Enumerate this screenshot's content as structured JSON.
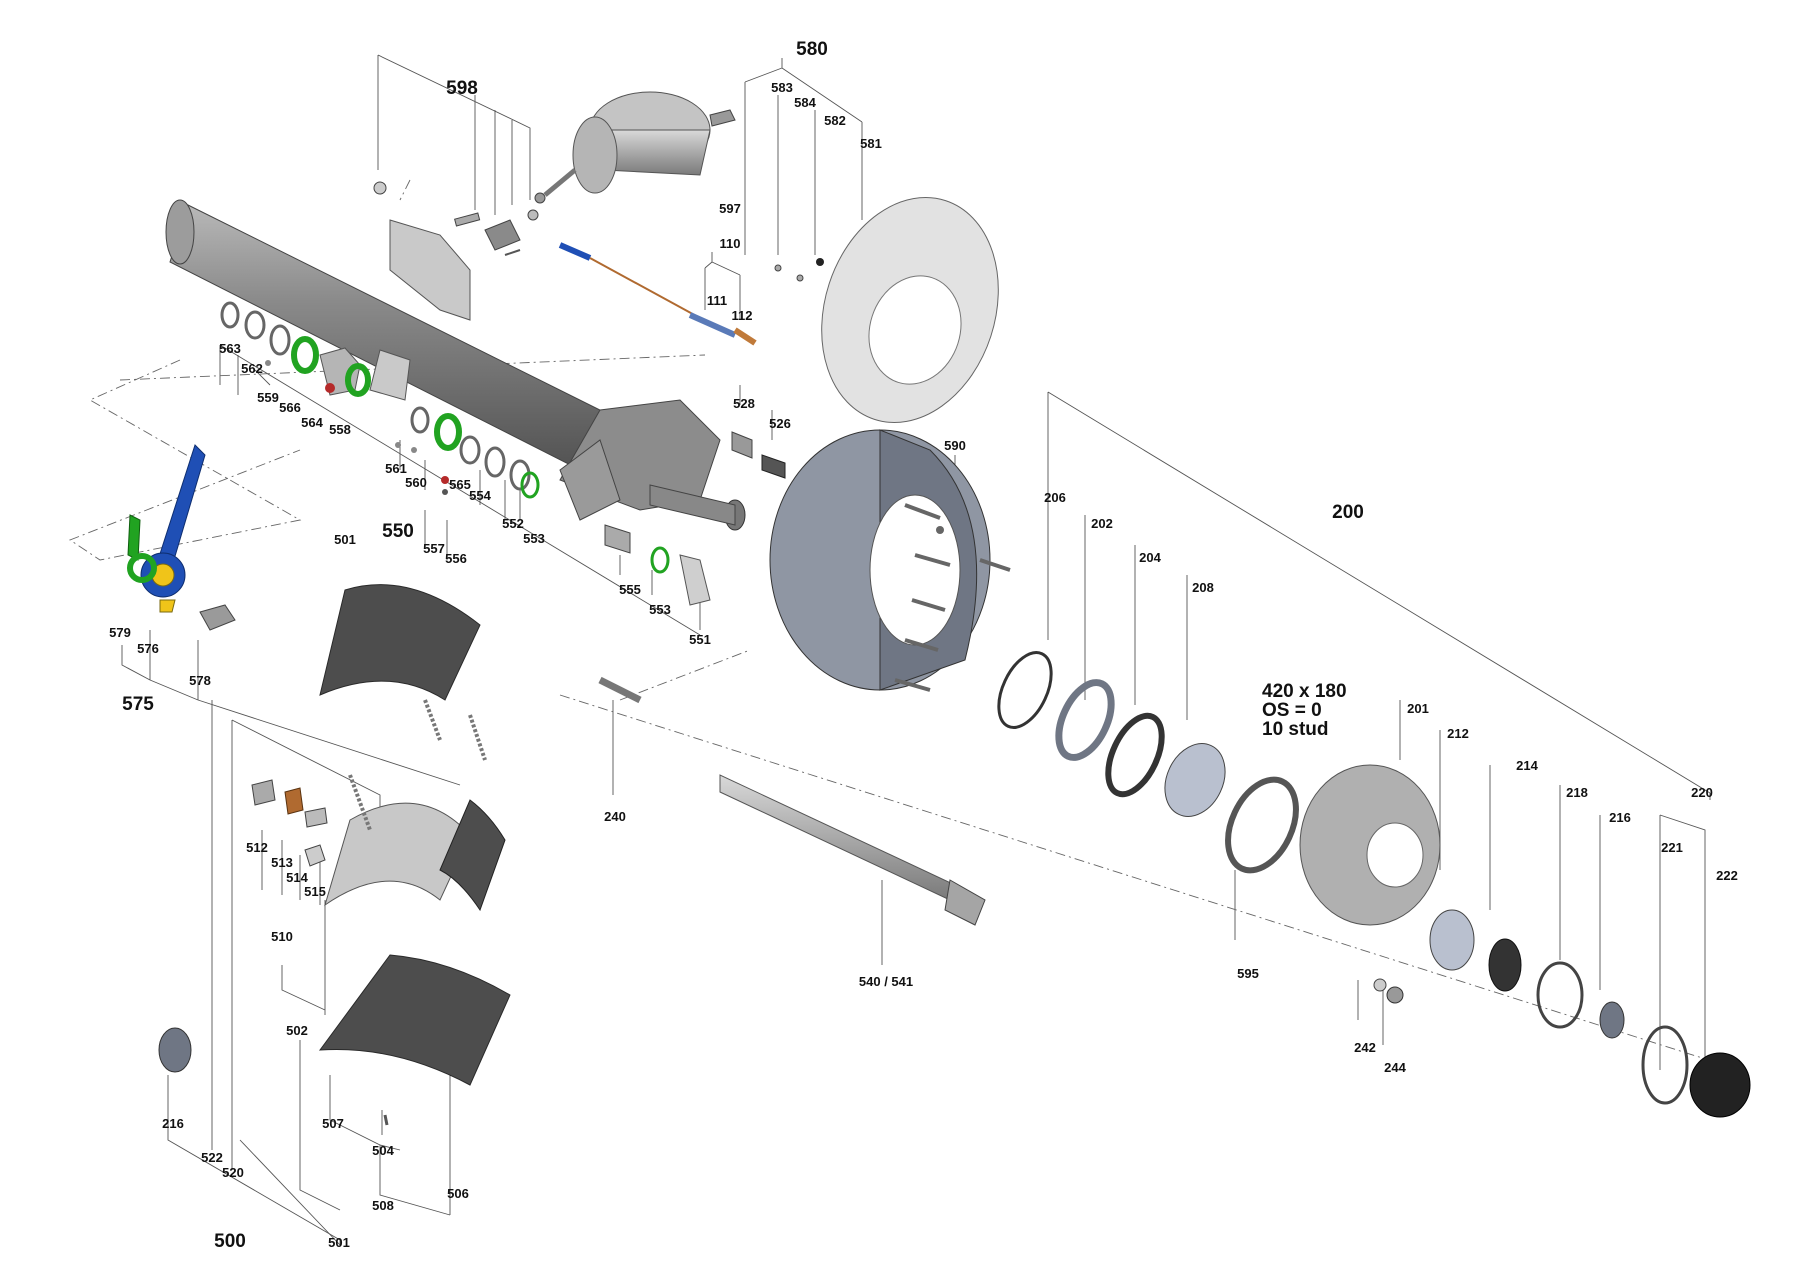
{
  "colors": {
    "green": "#21a321",
    "blue": "#1f4fb5",
    "yellow": "#f0c419",
    "brown": "#b06a30"
  },
  "spec": {
    "line1": "420 x 180",
    "line2": "OS = 0",
    "line3": "10 stud"
  },
  "groups": {
    "g580": "580",
    "g598": "598",
    "g550": "550",
    "g575": "575",
    "g500": "500",
    "g200": "200"
  },
  "parts": {
    "p583": "583",
    "p584": "584",
    "p582": "582",
    "p581": "581",
    "p597": "597",
    "p110": "110",
    "p111": "111",
    "p112": "112",
    "p528": "528",
    "p526": "526",
    "p590": "590",
    "p563": "563",
    "p562": "562",
    "p559": "559",
    "p566": "566",
    "p564": "564",
    "p558": "558",
    "p561": "561",
    "p560": "560",
    "p565": "565",
    "p554": "554",
    "p552": "552",
    "p553a": "553",
    "p557": "557",
    "p556": "556",
    "p555": "555",
    "p553b": "553",
    "p551": "551",
    "p501a": "501",
    "p579": "579",
    "p576": "576",
    "p578": "578",
    "p240": "240",
    "p206": "206",
    "p202": "202",
    "p204": "204",
    "p208": "208",
    "p201": "201",
    "p212": "212",
    "p214": "214",
    "p218": "218",
    "p216a": "216",
    "p220": "220",
    "p221": "221",
    "p222": "222",
    "p595": "595",
    "p242": "242",
    "p244": "244",
    "p540": "540 / 541",
    "p512": "512",
    "p513": "513",
    "p514": "514",
    "p515": "515",
    "p510": "510",
    "p502": "502",
    "p216b": "216",
    "p507": "507",
    "p504": "504",
    "p506": "506",
    "p522": "522",
    "p520": "520",
    "p508": "508",
    "p501b": "501"
  }
}
